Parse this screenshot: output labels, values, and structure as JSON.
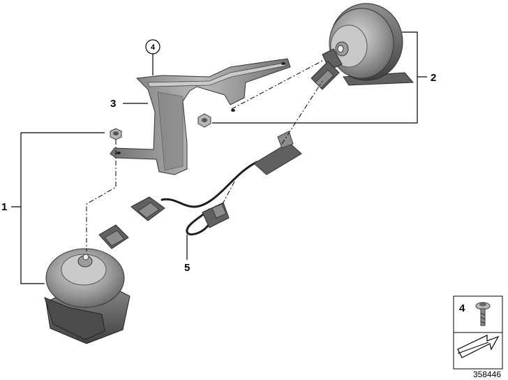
{
  "callouts": {
    "c1": "1",
    "c2": "2",
    "c3": "3",
    "c4": "4",
    "c5": "5"
  },
  "legend": {
    "item_number": "4"
  },
  "reference_number": "358446"
}
